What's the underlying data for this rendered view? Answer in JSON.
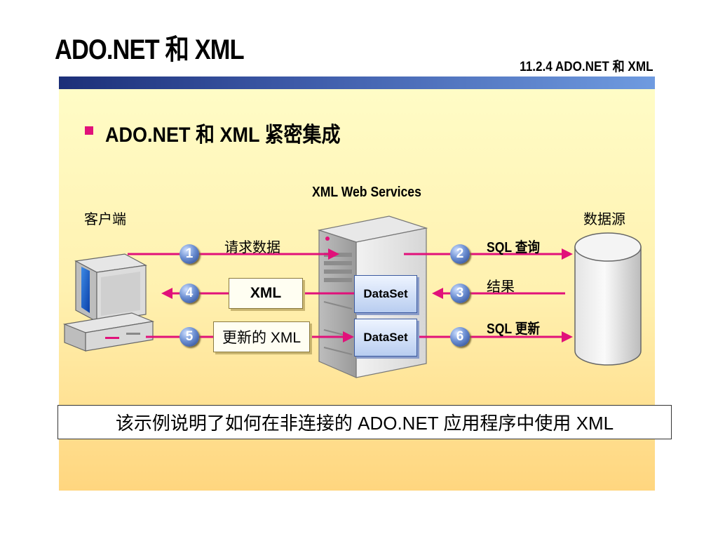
{
  "slide": {
    "title": "ADO.NET 和 XML",
    "section_ref": "11.2.4  ADO.NET 和 XML",
    "bullet": "ADO.NET 和 XML 紧密集成",
    "caption": "该示例说明了如何在非连接的  ADO.NET 应用程序中使用 XML"
  },
  "diagram": {
    "server_label": "XML Web Services",
    "client_label": "客户端",
    "datasource_label": "数据源",
    "request_label": "请求数据",
    "sql_query_label": "SQL 查询",
    "result_label": "结果",
    "sql_update_label": "SQL 更新",
    "xml_scroll": "XML",
    "updated_xml_scroll": "更新的 XML",
    "dataset_top": "DataSet",
    "dataset_bottom": "DataSet",
    "steps": [
      "1",
      "2",
      "3",
      "4",
      "5",
      "6"
    ]
  },
  "colors": {
    "arrow": "#e1117a",
    "accent_blue": "#3b5aa0",
    "title_bar": "#1c2f78"
  }
}
